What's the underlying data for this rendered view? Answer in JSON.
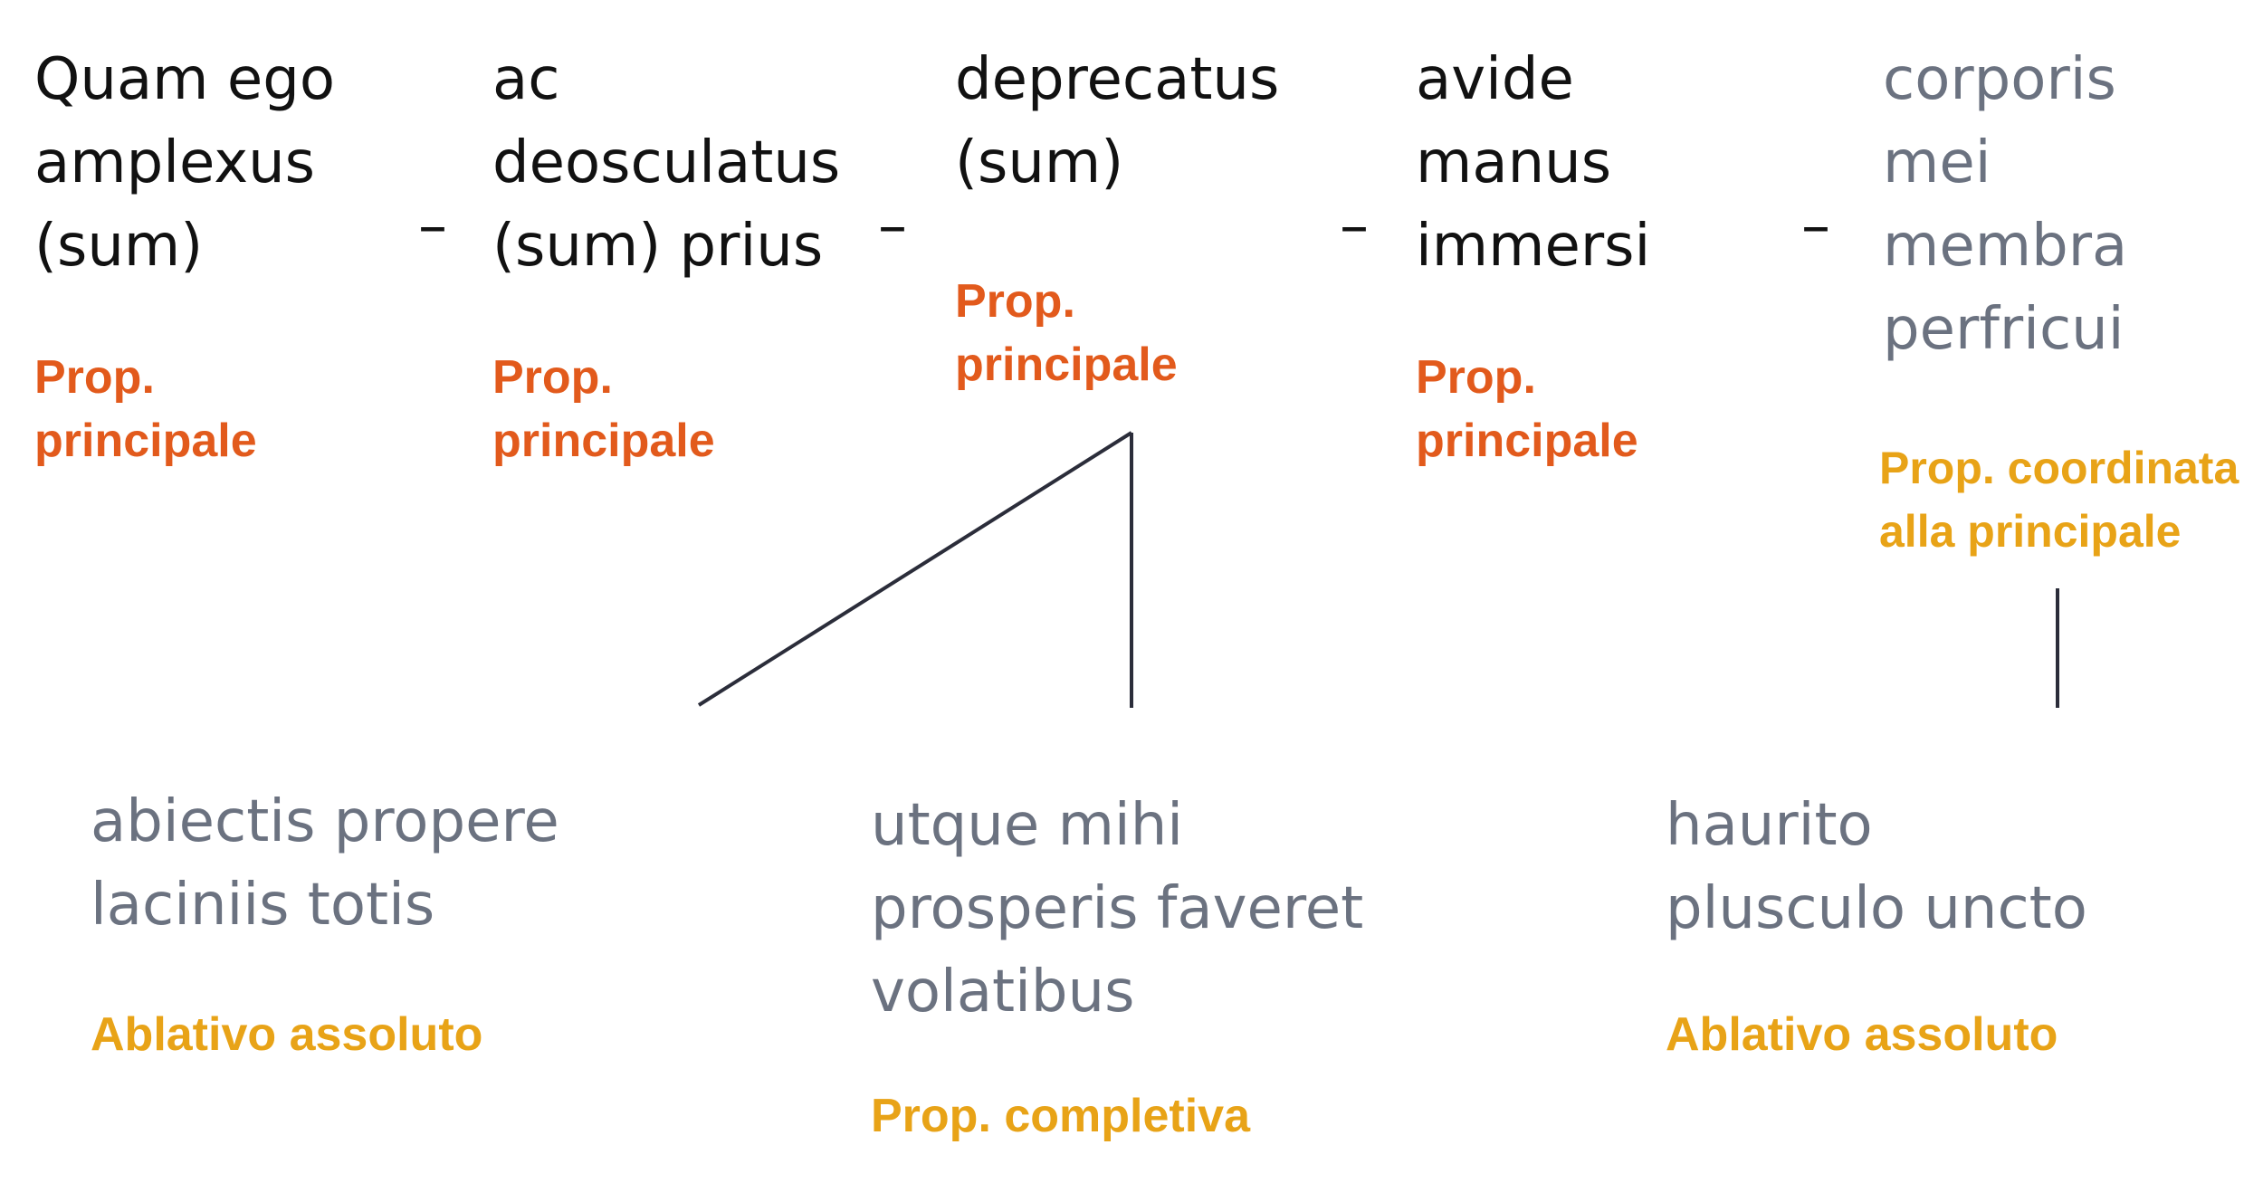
{
  "colors": {
    "text_main": "#111111",
    "text_secondary": "#6b7280",
    "principale": "#e25a1c",
    "secondary_label": "#e8a317",
    "line": "#2b2d3a"
  },
  "top_row": [
    {
      "text": "Quam ego\namplexus\n(sum)",
      "label": "Prop.\nprincipale"
    },
    {
      "text": "ac\ndeosculatus\n(sum) prius",
      "label": "Prop.\nprincipale"
    },
    {
      "text": "deprecatus\n(sum)",
      "label": "Prop.\nprincipale"
    },
    {
      "text": "avide\nmanus\nimmersi",
      "label": "Prop.\nprincipale"
    },
    {
      "text": "corporis\nmei\nmembra\nperfricui",
      "label": "Prop. coordinata\nalla principale"
    }
  ],
  "separators": [
    "–",
    "–",
    "–",
    "–"
  ],
  "bottom_row": [
    {
      "text": "abiectis propere\nlaciniis totis",
      "label": "Ablativo assoluto"
    },
    {
      "text": "utque mihi\nprosperis faveret\nvolatibus",
      "label": "Prop. completiva"
    },
    {
      "text": "haurito\nplusculo uncto",
      "label": "Ablativo assoluto"
    }
  ]
}
